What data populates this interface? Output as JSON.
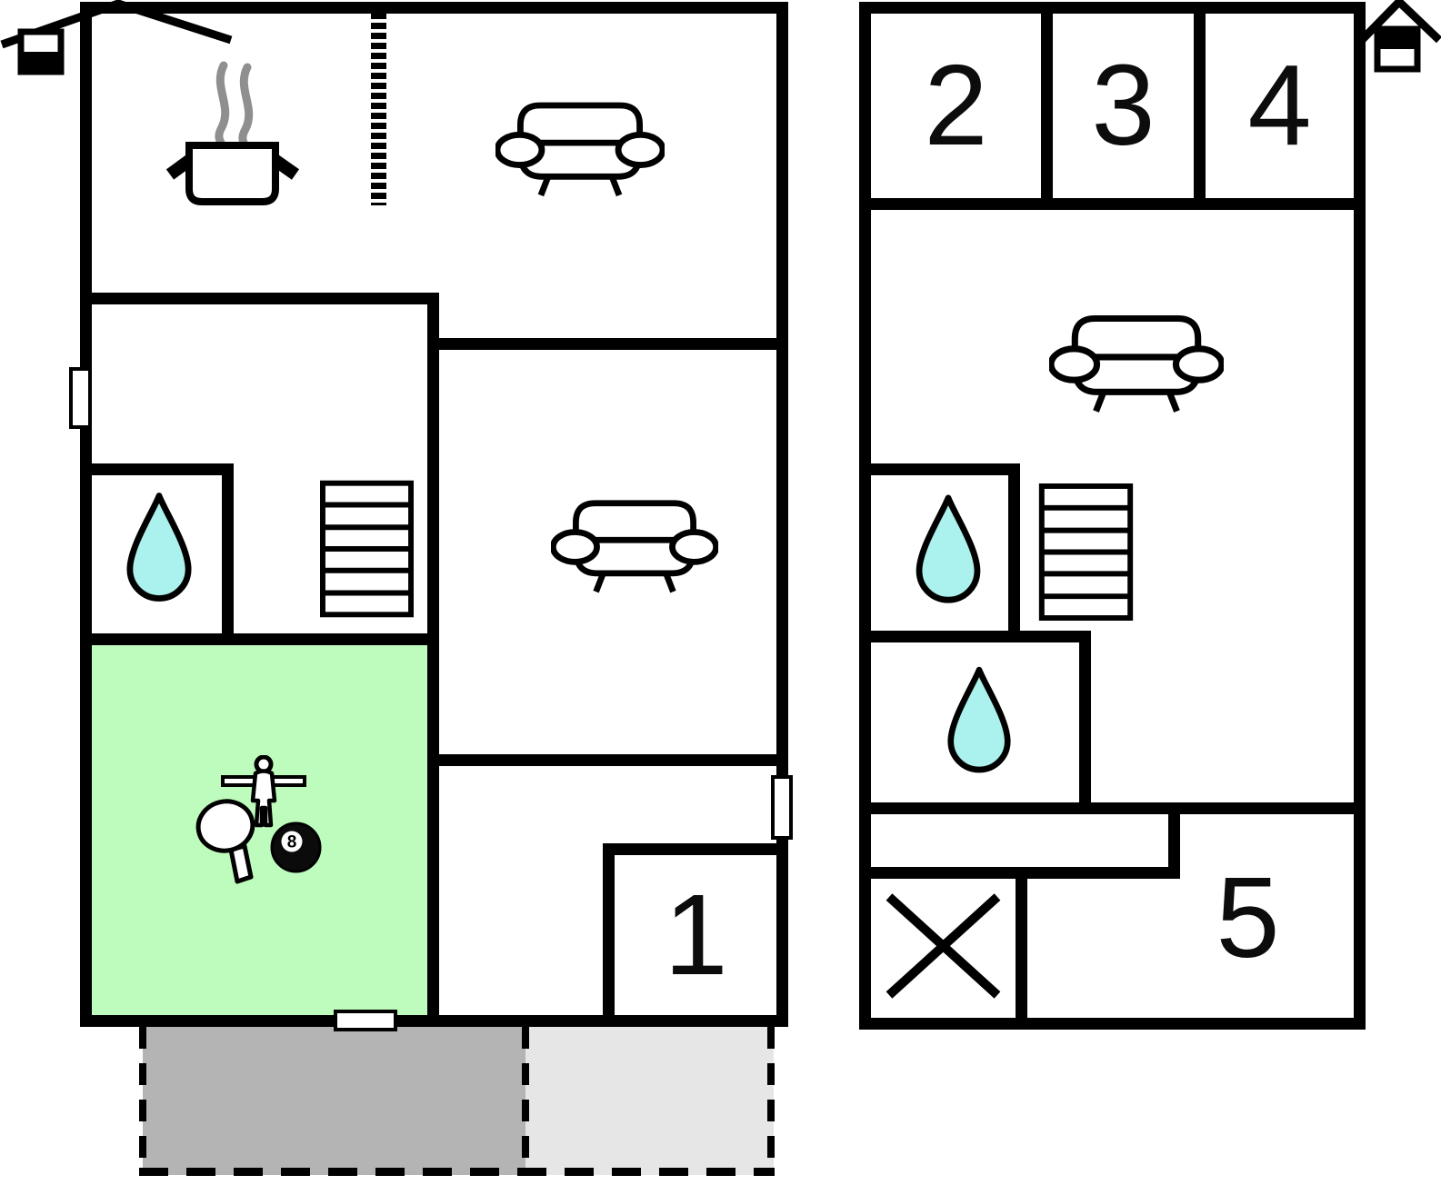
{
  "floorplan": {
    "ground_floor": {
      "marker": "house-level-ground",
      "room_labels": {
        "r1": "1"
      },
      "eight_ball_digit": "8",
      "icons": [
        "cooking-pot",
        "steam",
        "sofa",
        "sofa",
        "water-drop",
        "stairs",
        "foosball-player",
        "table-tennis-paddle",
        "eight-ball",
        "window",
        "window",
        "door"
      ]
    },
    "upper_floor": {
      "marker": "house-level-upper",
      "room_labels": {
        "r2": "2",
        "r3": "3",
        "r4": "4",
        "r5": "5"
      },
      "icons": [
        "sofa",
        "water-drop",
        "water-drop",
        "stairs",
        "void-cross"
      ]
    },
    "colors": {
      "wall": "#000000",
      "game_room_fill": "#bdfcbd",
      "water_drop_fill": "#abf2ee",
      "terrace_dark_fill": "#b4b4b4",
      "terrace_light_fill": "#e6e6e6",
      "steam": "#8f8f8f"
    }
  }
}
